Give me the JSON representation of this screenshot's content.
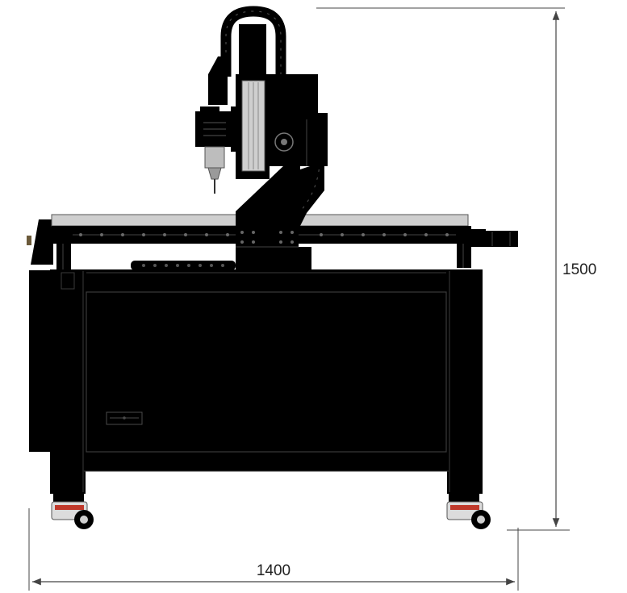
{
  "drawing": {
    "subject": "cnc-router-front-view",
    "colors": {
      "body": "#000000",
      "line": "#3a3a3a",
      "rail": "#cfcfcf",
      "dim_line": "#444444",
      "caster_red": "#c0392b",
      "spindle": "#bdbdbd"
    }
  },
  "dimensions": {
    "height": {
      "value": "1500"
    },
    "width": {
      "value": "1400"
    }
  }
}
